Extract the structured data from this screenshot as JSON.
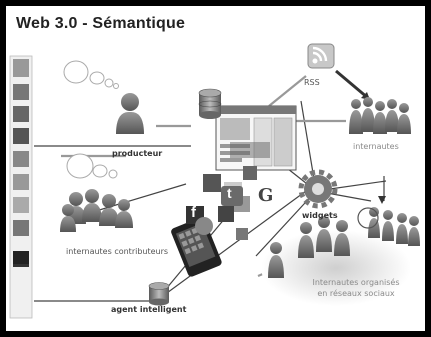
{
  "title": "Web 3.0 - Sémantique",
  "labels": {
    "producteur": "producteur",
    "rss": "RSS",
    "internautes": "internautes",
    "widgets": "widgets",
    "contributeurs": "internautes contributeurs",
    "agent": "agent intelligent",
    "reseaux_line1": "Internautes organisés",
    "reseaux_line2": "en réseaux sociaux"
  },
  "icons": {
    "google": "G",
    "facebook": "f",
    "twitter": "t"
  }
}
